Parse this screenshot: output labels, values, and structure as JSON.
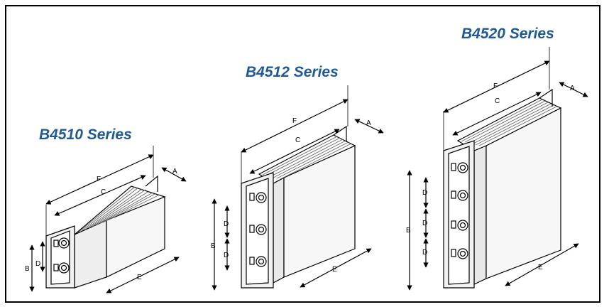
{
  "figure": {
    "units": [
      {
        "title": "B4510 Series",
        "dims": {
          "A": "A",
          "B": "B",
          "C": "C",
          "D": "D",
          "E": "E",
          "F": "F"
        }
      },
      {
        "title": "B4512 Series",
        "dims": {
          "A": "A",
          "B": "B",
          "C": "C",
          "D": "D",
          "E": "E",
          "F": "F"
        }
      },
      {
        "title": "B4520 Series",
        "dims": {
          "A": "A",
          "B": "B",
          "C": "C",
          "D": "D",
          "E": "E",
          "F": "F"
        }
      }
    ],
    "colors": {
      "title": "#1f5a96",
      "line": "#000000",
      "face": "#eaeaea",
      "side": "#f5f5f5",
      "ribs": "#777777"
    }
  }
}
